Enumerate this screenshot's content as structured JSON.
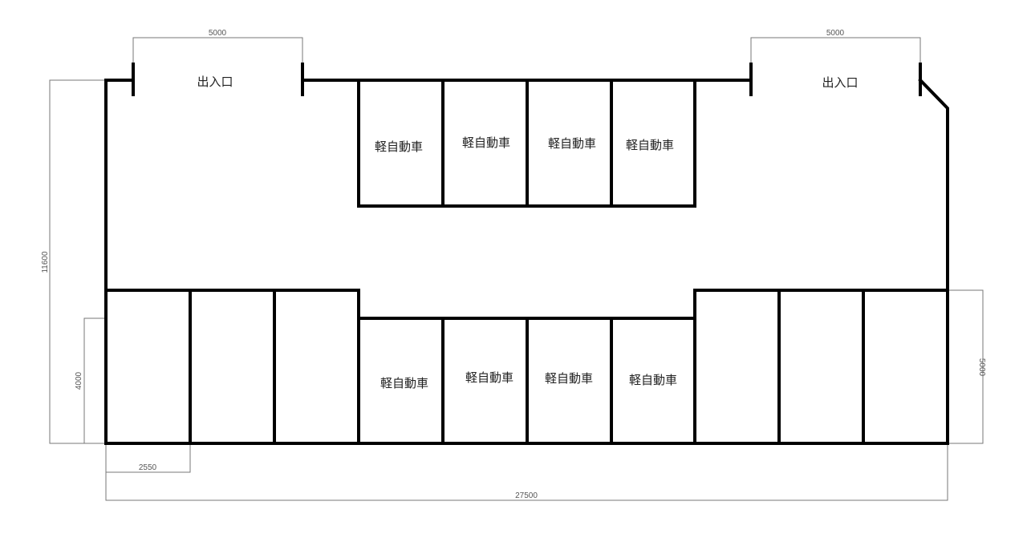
{
  "title": "Parking lot layout",
  "entrances": [
    "出入口",
    "出入口"
  ],
  "upper_stalls": [
    "軽自動車",
    "軽自動車",
    "軽自動車",
    "軽自動車"
  ],
  "lower_kei_stalls": [
    "軽自動車",
    "軽自動車",
    "軽自動車",
    "軽自動車"
  ],
  "dimensions": {
    "entrance_left_width": "5000",
    "entrance_right_width": "5000",
    "total_depth": "11600",
    "stall_depth": "4000",
    "stall_width": "2550",
    "total_width": "27500",
    "right_stall_depth": "5000"
  }
}
